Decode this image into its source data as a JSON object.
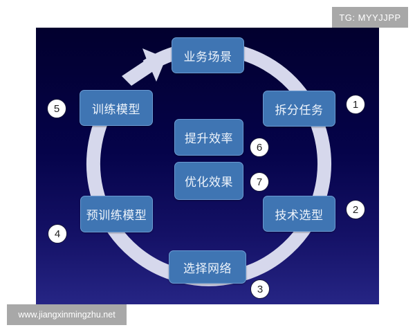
{
  "diagram": {
    "type": "cycle",
    "colors": {
      "background_top": "#02002e",
      "background_bottom": "#262585",
      "ring": "#d6d8ec",
      "node_fill": "#3f75b3",
      "node_border": "#6b9bd3",
      "node_text": "#eef4fb",
      "badge_fill": "#ffffff",
      "badge_text": "#222222"
    },
    "nodes": {
      "business_scenario": "业务场景",
      "split_task": "拆分任务",
      "tech_selection": "技术选型",
      "select_network": "选择网络",
      "pretrain_model": "预训练模型",
      "train_model": "训练模型",
      "improve_efficiency": "提升效率",
      "optimize_results": "优化效果"
    },
    "steps": {
      "split_task": "1",
      "tech_selection": "2",
      "select_network": "3",
      "pretrain_model": "4",
      "train_model": "5",
      "improve_efficiency": "6",
      "optimize_results": "7"
    },
    "flow": [
      "业务场景",
      "拆分任务",
      "技术选型",
      "选择网络",
      "预训练模型",
      "训练模型",
      "业务场景"
    ]
  },
  "watermarks": {
    "top_right": "TG: MYYJJPP",
    "bottom_left": "www.jiangxinmingzhu.net"
  }
}
